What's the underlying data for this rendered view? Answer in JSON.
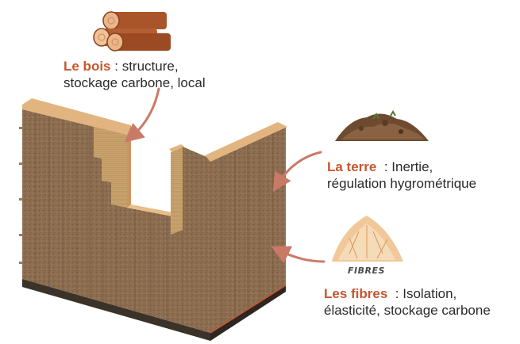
{
  "labels": {
    "bois": {
      "keyword": "Le bois",
      "sep": " : ",
      "line1": "structure,",
      "line2": "stockage carbone, local"
    },
    "terre": {
      "keyword": "La terre",
      "sep": "  : ",
      "line1": "Inertie,",
      "line2": "régulation hygrométrique"
    },
    "fibres": {
      "keyword": "Les fibres",
      "sep": "  : ",
      "line1": "Isolation,",
      "line2": "élasticité, stockage carbone",
      "tag": "FIBRES"
    }
  },
  "icons": {
    "wood": "log-pile-icon",
    "earth": "earth-pile-icon",
    "fibres": "fibre-pile-icon"
  },
  "colors": {
    "accent": "#c8562f",
    "text": "#2b2b2b",
    "arrow": "#c97a66",
    "wood": "#d9a974",
    "earth": "#8a6a4c",
    "fibre": "#f1c89a"
  }
}
